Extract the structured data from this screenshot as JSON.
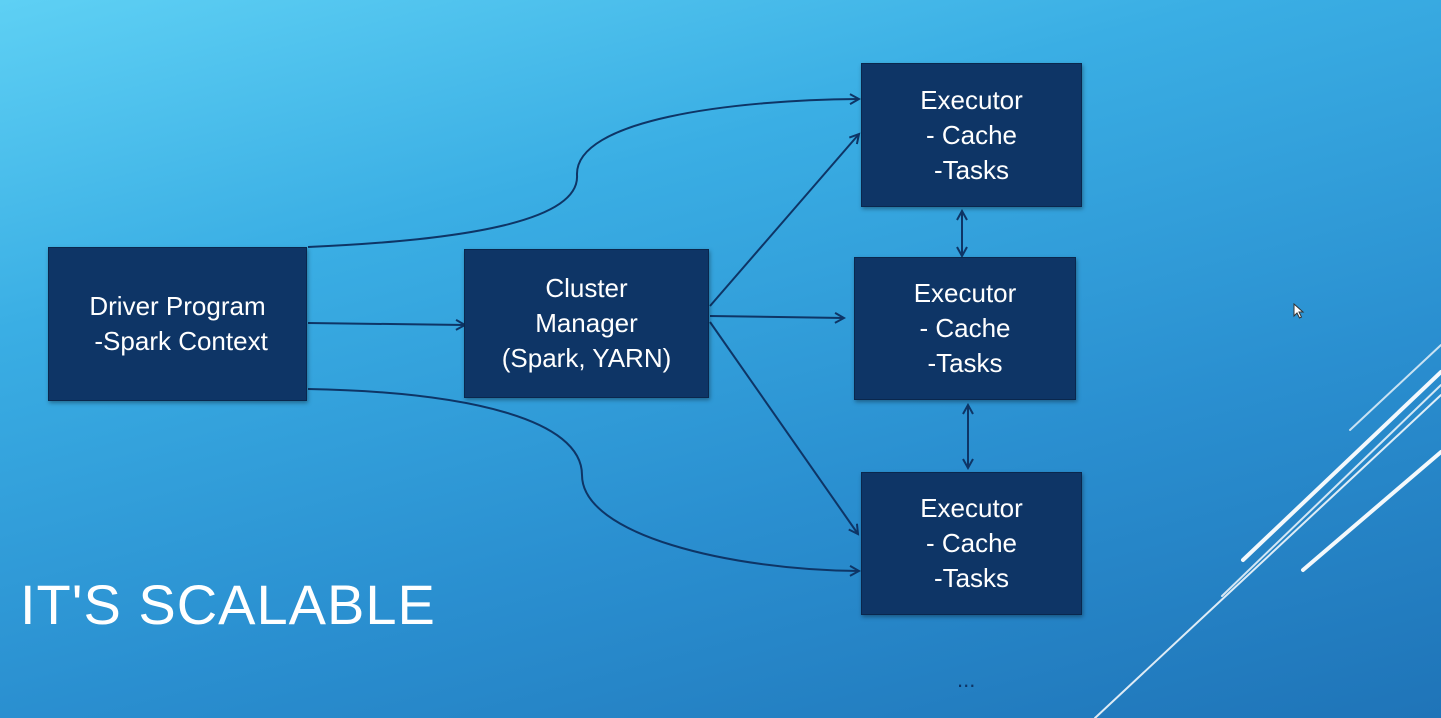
{
  "slide": {
    "title": "IT'S SCALABLE",
    "ellipsis": "...",
    "background_top_color": "#5ed0f4",
    "background_bottom_color": "#1f74b8",
    "box_color": "#0e3566",
    "arrow_color": "#0e3566"
  },
  "nodes": {
    "driver": {
      "line1": "Driver Program",
      "line2": " -Spark Context"
    },
    "cluster": {
      "line1": "Cluster",
      "line2": "Manager",
      "line3": "(Spark, YARN)"
    },
    "executor1": {
      "line1": "Executor",
      "line2": "- Cache",
      "line3": "-Tasks"
    },
    "executor2": {
      "line1": "Executor",
      "line2": "- Cache",
      "line3": "-Tasks"
    },
    "executor3": {
      "line1": "Executor",
      "line2": "- Cache",
      "line3": "-Tasks"
    }
  }
}
